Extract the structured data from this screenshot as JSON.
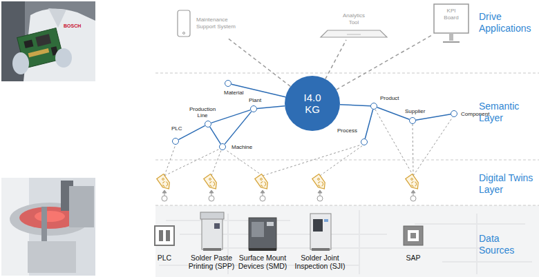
{
  "diagram": {
    "nodes": [
      {
        "text": [
          "Maintenance Support System"
        ]
      },
      {
        "text": [
          "Analytics Tool"
        ]
      },
      {
        "text": [
          "KPI Board"
        ]
      },
      {
        "text": [
          "I4.0 KG"
        ]
      },
      {
        "text": [
          "Material"
        ]
      },
      {
        "text": [
          "Plant"
        ]
      },
      {
        "text": [
          "Product"
        ]
      },
      {
        "text": [
          "Production Line"
        ]
      },
      {
        "text": [
          "Process"
        ]
      },
      {
        "text": [
          "Supplier"
        ]
      },
      {
        "text": [
          "Component"
        ]
      },
      {
        "text": [
          "PLC"
        ]
      },
      {
        "text": [
          "Machine"
        ]
      },
      {
        "text": [
          "PLC"
        ]
      },
      {
        "text": [
          "Solder Paste Printing (SPP)"
        ]
      },
      {
        "text": [
          "Surface Mount Devices (SMD)"
        ]
      },
      {
        "text": [
          "Solder Joint Inspection (SJI)"
        ]
      },
      {
        "text": [
          "SAP"
        ]
      }
    ],
    "edges": [
      {
        "from": 3,
        "to": 0,
        "arrow": "none"
      },
      {
        "from": 3,
        "to": 1,
        "arrow": "none"
      },
      {
        "from": 3,
        "to": 2,
        "arrow": "none"
      },
      {
        "from": 3,
        "to": 4,
        "arrow": "none"
      },
      {
        "from": 3,
        "to": 5,
        "arrow": "none"
      },
      {
        "from": 3,
        "to": 6,
        "arrow": "none"
      },
      {
        "from": 5,
        "to": 7,
        "arrow": "none"
      },
      {
        "from": 7,
        "to": 11,
        "arrow": "none"
      },
      {
        "from": 7,
        "to": 12,
        "arrow": "none"
      },
      {
        "from": 12,
        "to": 5,
        "arrow": "none"
      },
      {
        "from": 6,
        "to": 8,
        "arrow": "none"
      },
      {
        "from": 6,
        "to": 9,
        "arrow": "none"
      },
      {
        "from": 9,
        "to": 10,
        "arrow": "none"
      }
    ],
    "labels": [
      "BOSCH",
      "Drive Applications",
      "Semantic Layer",
      "Digital Twins Layer",
      "Data Sources"
    ]
  }
}
